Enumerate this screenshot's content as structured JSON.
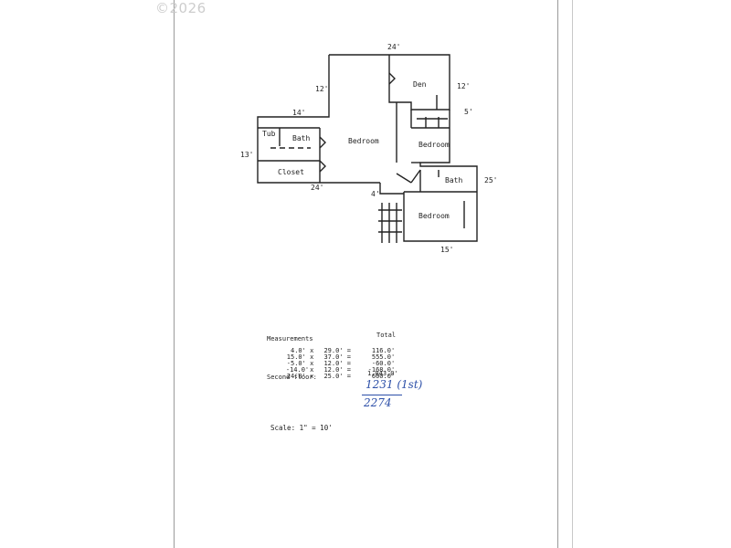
{
  "watermark": "©2026",
  "rooms": {
    "den": "Den",
    "bedroom_main": "Bedroom",
    "bedroom_right": "Bedroom",
    "bedroom_lower": "Bedroom",
    "bath_left": "Bath",
    "bath_right": "Bath",
    "tub": "Tub",
    "closet": "Closet"
  },
  "dimensions": {
    "top": "24'",
    "den_right": "12'",
    "upper_left": "12'",
    "left_top": "14'",
    "left_side": "13'",
    "left_bottom": "24'",
    "right_small": "5'",
    "right_side": "25'",
    "bottom": "15'",
    "step": "4'"
  },
  "measurements": {
    "heading": "Measurements",
    "total_heading": "Total",
    "rows": [
      {
        "a": "4.0'",
        "b": "29.0'",
        "total": "116.0'"
      },
      {
        "a": "15.0'",
        "b": "37.0'",
        "total": "555.0'"
      },
      {
        "a": "-5.0'",
        "b": "12.0'",
        "total": "-60.0'"
      },
      {
        "a": "-14.0'",
        "b": "12.0'",
        "total": "-168.0'"
      },
      {
        "a": "24.0'",
        "b": "25.0'",
        "total": "600.0'"
      }
    ],
    "floor_label": "Second floor:",
    "floor_total": "1,043.0'"
  },
  "handwritten": {
    "line1": "1231 (1st)",
    "line2": "2274"
  },
  "scale": "Scale: 1\" = 10'",
  "colors": {
    "ink": "#222222",
    "handwriting": "#2c4fa8"
  }
}
